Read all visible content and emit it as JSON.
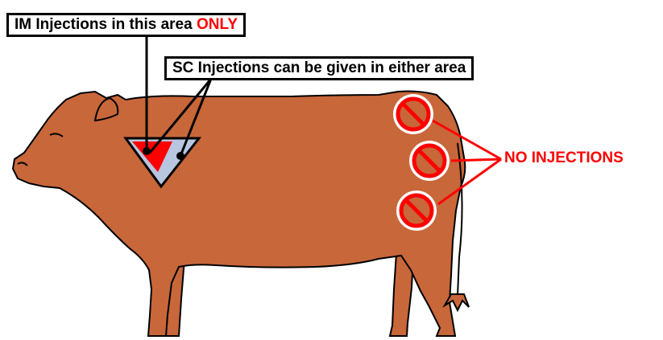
{
  "im_label": {
    "text": "IM Injections in this area ",
    "emphasis": "ONLY"
  },
  "sc_label": {
    "text": "SC Injections can be given in either area"
  },
  "no_injections_label": "NO INJECTIONS",
  "colors": {
    "cow_body": "#c8673a",
    "outline": "#000000",
    "im_zone": "#ff0000",
    "sc_zone": "#b8c6df",
    "prohibition": "#ff0000"
  },
  "prohibition_sign_count": 3
}
